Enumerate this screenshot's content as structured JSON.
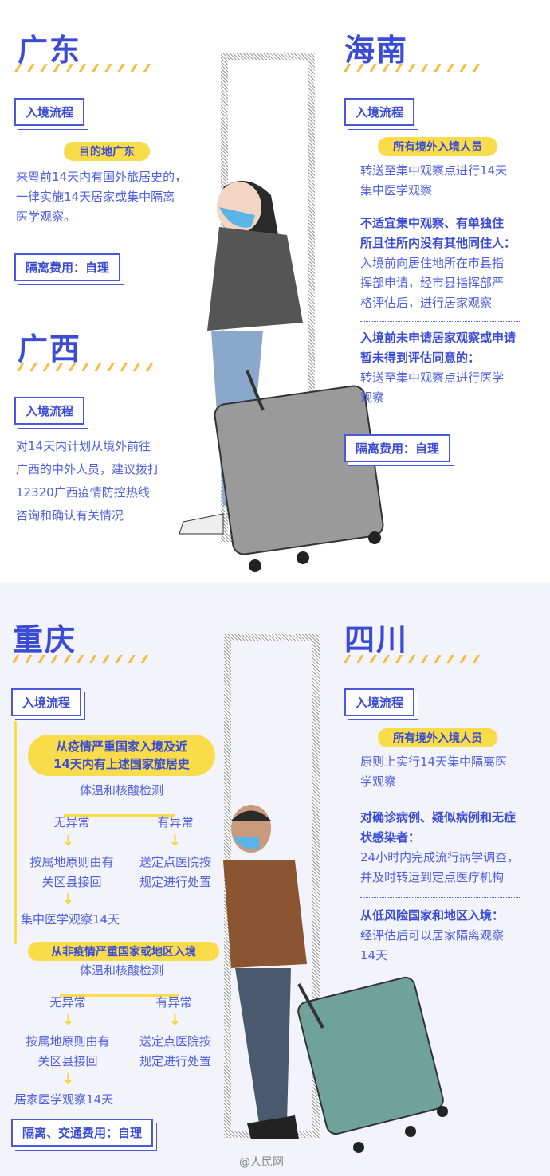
{
  "guangdong": {
    "title": "广东",
    "flow_label": "入境流程",
    "pill": "目的地广东",
    "lines": [
      "来粤前14天内有国外旅居史的，",
      "一律实施14天居家或集中隔离",
      "医学观察。"
    ],
    "fee": "隔离费用：自理"
  },
  "guangxi": {
    "title": "广西",
    "flow_label": "入境流程",
    "lines": [
      "对14天内计划从境外前往",
      "广西的中外人员，建议拨打",
      "12320广西疫情防控热线",
      "咨询和确认有关情况"
    ]
  },
  "hainan": {
    "title": "海南",
    "flow_label": "入境流程",
    "pill": "所有境外入境人员",
    "p1": [
      "转送至集中观察点进行14天",
      "集中医学观察"
    ],
    "h2": [
      "不适宜集中观察、有单独住",
      "所且住所内没有其他同住人："
    ],
    "p2": [
      "入境前向居住地所在市县指",
      "挥部申请，经市县指挥部严",
      "格评估后，进行居家观察"
    ],
    "h3": [
      "入境前未申请居家观察或申请",
      "暂未得到评估同意的："
    ],
    "p3": [
      "转送至集中观察点进行医学",
      "观察"
    ],
    "fee": "隔离费用：自理"
  },
  "chongqing": {
    "title": "重庆",
    "flow_label": "入境流程",
    "case1": {
      "title": [
        "从疫情严重国家入境及近",
        "14天内有上述国家旅居史"
      ],
      "check": "体温和核酸检测",
      "normal": "无异常",
      "abnormal": "有异常",
      "normal_action": [
        "按属地原则由有",
        "关区县接回"
      ],
      "abnormal_action": [
        "送定点医院按",
        "规定进行处置"
      ],
      "result": "集中医学观察14天"
    },
    "case2": {
      "title": "从非疫情严重国家或地区入境",
      "check": "体温和核酸检测",
      "normal": "无异常",
      "abnormal": "有异常",
      "normal_action": [
        "按属地原则由有",
        "关区县接回"
      ],
      "abnormal_action": [
        "送定点医院按",
        "规定进行处置"
      ],
      "result": "居家医学观察14天"
    },
    "fee": "隔离、交通费用：自理"
  },
  "sichuan": {
    "title": "四川",
    "flow_label": "入境流程",
    "pill": "所有境外入境人员",
    "p1": [
      "原则上实行14天集中隔离医",
      "学观察"
    ],
    "h2": [
      "对确诊病例、疑似病例和无症",
      "状感染者："
    ],
    "p2": [
      "24小时内完成流行病学调查，",
      "并及时转运到定点医疗机构"
    ],
    "h3": [
      "从低风险国家和地区入境："
    ],
    "p3": [
      "经评估后可以居家隔离观察",
      "14天"
    ]
  },
  "watermark": "@人民网",
  "colors": {
    "blue": "#4a58dd",
    "yellow": "#f8dc4a",
    "orange": "#f5b52e"
  }
}
